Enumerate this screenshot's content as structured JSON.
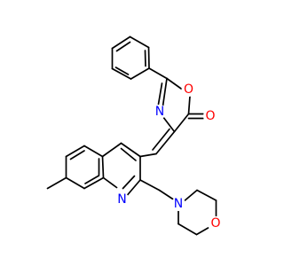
{
  "molecule": {
    "atom_colors": {
      "O": "#ff0000",
      "N": "#0000ff"
    },
    "atoms": {
      "oxazolone_ring_oxygen": "O",
      "carbonyl_oxygen": "O",
      "oxazolone_nitrogen": "N",
      "quinoline_nitrogen": "N",
      "morpholine_nitrogen": "N",
      "morpholine_oxygen": "O"
    }
  }
}
